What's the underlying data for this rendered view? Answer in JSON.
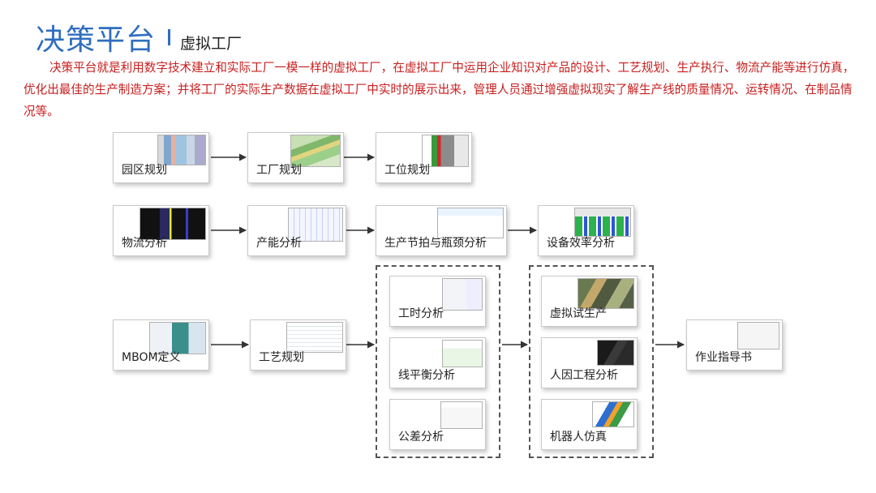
{
  "header": {
    "title": "决策平台",
    "subtitle": "虚拟工厂"
  },
  "intro": "决策平台就是利用数字技术建立和实际工厂一模一样的虚拟工厂，在虚拟工厂中运用企业知识对产品的设计、工艺规划、生产执行、物流产能等进行仿真，优化出最佳的生产制造方案；并将工厂的实际生产数据在虚拟工厂中实时的展示出来，管理人员通过增强虚拟现实了解生产线的质量情况、运转情况、在制品情况等。",
  "colors": {
    "title": "#2f6ebe",
    "intro_text": "#c81e1e",
    "card_border": "#c9c9c9"
  },
  "nodes": {
    "park": "园区规划",
    "factory": "工厂规划",
    "station": "工位规划",
    "logistics": "物流分析",
    "capacity": "产能分析",
    "takt": "生产节拍与瓶颈分析",
    "oee": "设备效率分析",
    "mbom": "MBOM定义",
    "process": "工艺规划",
    "worktime": "工时分析",
    "linebalance": "线平衡分析",
    "tolerance": "公差分析",
    "vtrial": "虚拟试生产",
    "ergo": "人因工程分析",
    "robot": "机器人仿真",
    "guide": "作业指导书"
  }
}
